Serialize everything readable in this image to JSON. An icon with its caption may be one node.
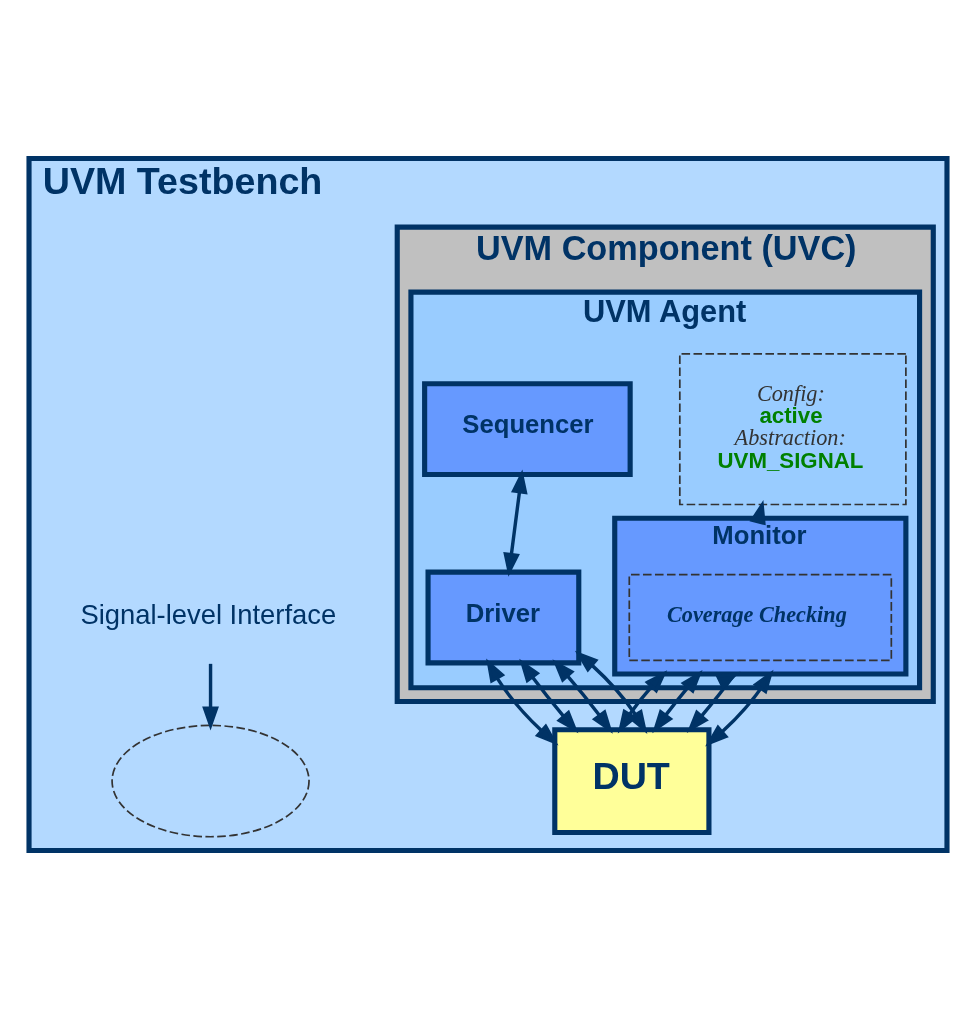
{
  "diagram": {
    "nodes": [
      {
        "text": [
          "UVM Testbench"
        ]
      },
      {
        "text": [
          "UVM Component (UVC)"
        ],
        "in": 0
      },
      {
        "text": [
          "UVM Agent"
        ],
        "in": 1
      },
      {
        "text": [
          "Config:",
          "active",
          "Abstraction:",
          "UVM_SIGNAL"
        ],
        "in": 2
      },
      {
        "text": [
          "Sequencer"
        ],
        "in": 2
      },
      {
        "text": [
          "Monitor"
        ],
        "in": 2
      },
      {
        "text": [
          "Coverage Checking"
        ],
        "in": 5
      },
      {
        "text": [
          "Driver"
        ],
        "in": 2
      },
      {
        "text": [
          "DUT"
        ],
        "in": 0
      },
      {
        "text": [
          "Signal-level Interface"
        ],
        "in": 0
      },
      {
        "text": [],
        "shape": "ellipse",
        "in": 0
      }
    ],
    "edges": [
      {
        "from": 5,
        "to": 3,
        "arrow": "to"
      },
      {
        "from": 4,
        "to": 7,
        "arrow": "both"
      },
      {
        "from": 5,
        "to": 8,
        "arrow": "both"
      },
      {
        "from": 5,
        "to": 8,
        "arrow": "both"
      },
      {
        "from": 5,
        "to": 8,
        "arrow": "both"
      },
      {
        "from": 5,
        "to": 8,
        "arrow": "both"
      },
      {
        "from": 7,
        "to": 8,
        "arrow": "both"
      },
      {
        "from": 7,
        "to": 8,
        "arrow": "both"
      },
      {
        "from": 7,
        "to": 8,
        "arrow": "both"
      },
      {
        "from": 7,
        "to": 8,
        "arrow": "both"
      },
      {
        "from": 9,
        "to": 10,
        "arrow": "to"
      }
    ]
  }
}
